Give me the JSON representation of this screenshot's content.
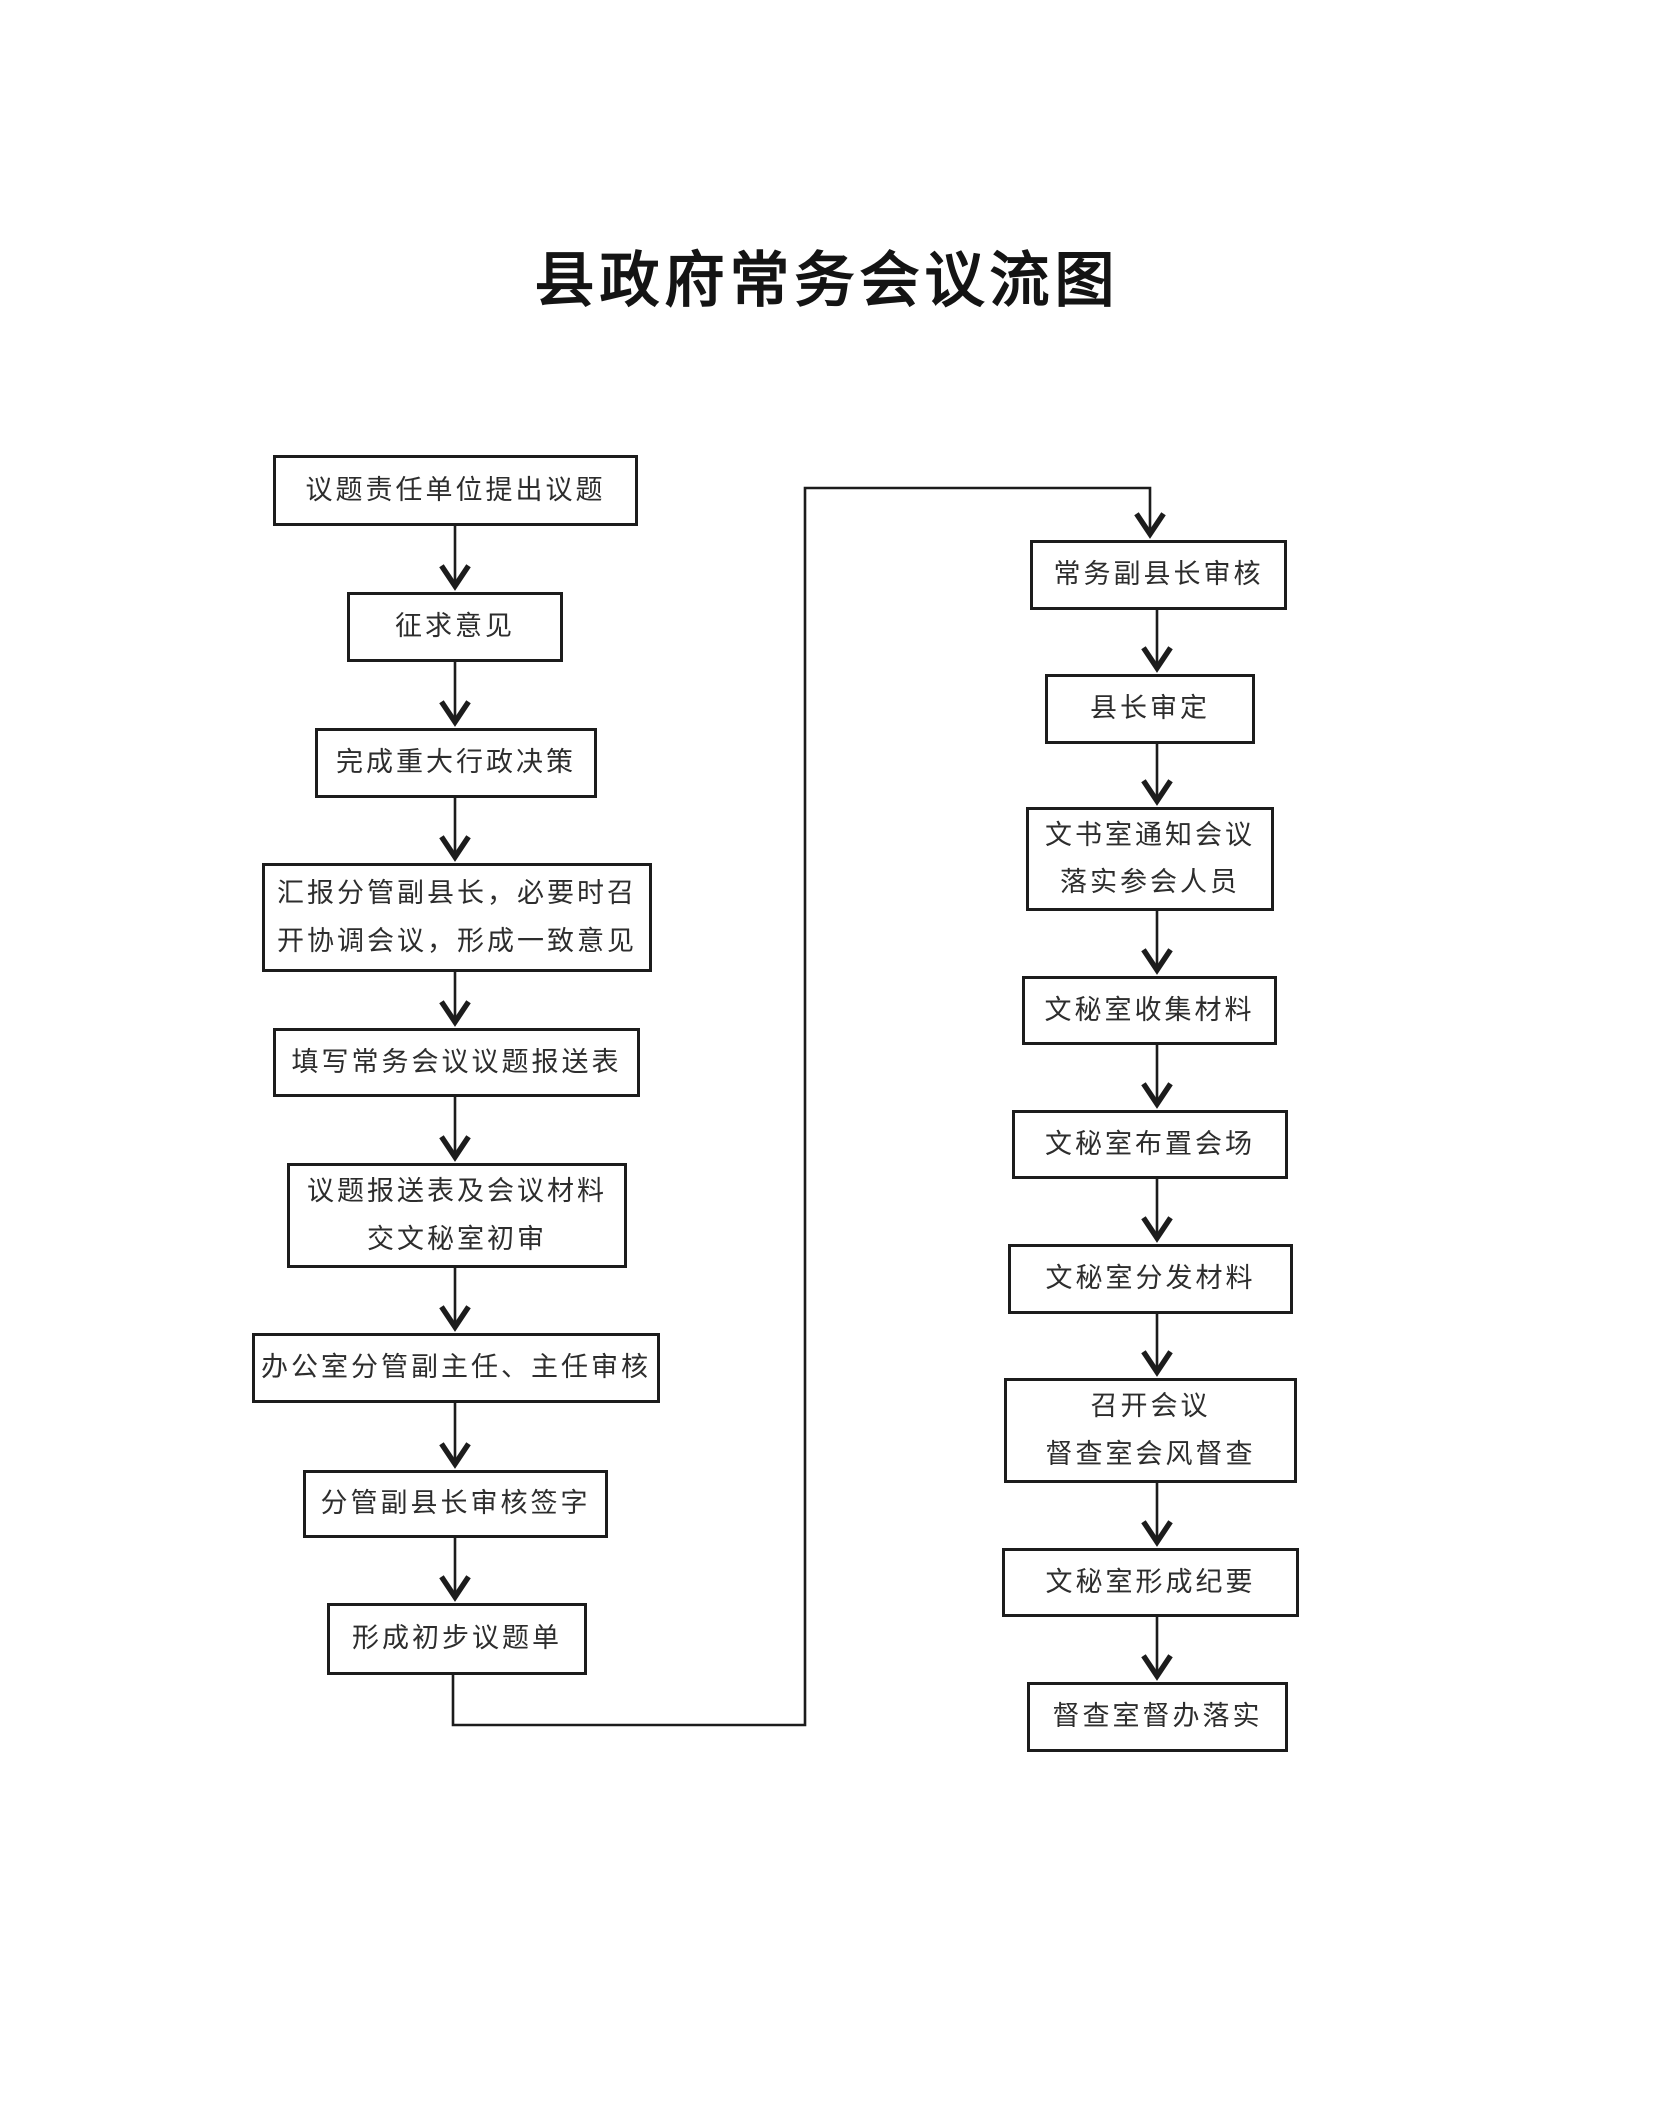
{
  "page": {
    "title": "县政府常务会议流图"
  },
  "colors": {
    "line": "#1c1c1c",
    "text": "#2d2d2d",
    "background": "#ffffff"
  },
  "flow": {
    "left": [
      {
        "text": "议题责任单位提出议题"
      },
      {
        "text": "征求意见"
      },
      {
        "text": "完成重大行政决策"
      },
      {
        "text": "汇报分管副县长，必要时召\n开协调会议，形成一致意见"
      },
      {
        "text": "填写常务会议议题报送表"
      },
      {
        "text": "议题报送表及会议材料\n交文秘室初审"
      },
      {
        "text": "办公室分管副主任、主任审核"
      },
      {
        "text": "分管副县长审核签字"
      },
      {
        "text": "形成初步议题单"
      }
    ],
    "right": [
      {
        "text": "常务副县长审核"
      },
      {
        "text": "县长审定"
      },
      {
        "text": "文书室通知会议\n落实参会人员"
      },
      {
        "text": "文秘室收集材料"
      },
      {
        "text": "文秘室布置会场"
      },
      {
        "text": "文秘室分发材料"
      },
      {
        "text": "召开会议\n督查室会风督查"
      },
      {
        "text": "文秘室形成纪要"
      },
      {
        "text": "督查室督办落实"
      }
    ]
  }
}
